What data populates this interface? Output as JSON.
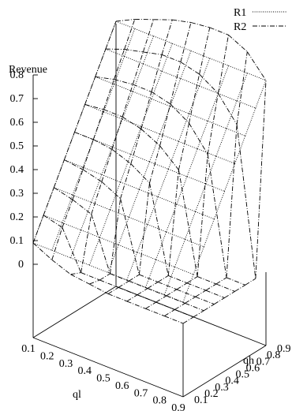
{
  "chart_data": {
    "type": "surface",
    "title": "",
    "zlabel": "Revenue",
    "xlabel": "ql",
    "ylabel": "qh",
    "x_ticks": [
      "0.1",
      "0.2",
      "0.3",
      "0.4",
      "0.5",
      "0.6",
      "0.7",
      "0.8",
      "0.9"
    ],
    "y_ticks": [
      "0.1",
      "0.2",
      "0.3",
      "0.4",
      "0.5",
      "0.6",
      "0.7",
      "0.8",
      "0.9"
    ],
    "z_ticks": [
      "0",
      "0.1",
      "0.2",
      "0.3",
      "0.4",
      "0.5",
      "0.6",
      "0.7",
      "0.8"
    ],
    "xlim": [
      0.1,
      0.9
    ],
    "ylim": [
      0.1,
      0.9
    ],
    "zlim": [
      0,
      0.8
    ],
    "legend_position": "top-right",
    "grid": false,
    "series": [
      {
        "name": "R1",
        "line_style": "dotted",
        "x": [
          0.1,
          0.2,
          0.3,
          0.4,
          0.5,
          0.6,
          0.7,
          0.8,
          0.9
        ],
        "y": [
          0.1,
          0.2,
          0.3,
          0.4,
          0.5,
          0.6,
          0.7,
          0.8,
          0.9
        ],
        "z_by_qh": [
          [
            0.09,
            0.09,
            0.09,
            0.09,
            0.09,
            0.09,
            0.09,
            0.09,
            0.09
          ],
          [
            0.18,
            0.18,
            0.18,
            0.18,
            0.18,
            0.18,
            0.18,
            0.18,
            0.18
          ],
          [
            0.27,
            0.27,
            0.27,
            0.27,
            0.27,
            0.27,
            0.27,
            0.27,
            0.27
          ],
          [
            0.36,
            0.36,
            0.36,
            0.36,
            0.36,
            0.36,
            0.36,
            0.36,
            0.36
          ],
          [
            0.45,
            0.45,
            0.45,
            0.45,
            0.45,
            0.45,
            0.45,
            0.45,
            0.45
          ],
          [
            0.54,
            0.54,
            0.54,
            0.54,
            0.54,
            0.54,
            0.54,
            0.54,
            0.54
          ],
          [
            0.63,
            0.63,
            0.63,
            0.63,
            0.63,
            0.63,
            0.63,
            0.63,
            0.63
          ],
          [
            0.72,
            0.72,
            0.72,
            0.72,
            0.72,
            0.72,
            0.72,
            0.72,
            0.72
          ],
          [
            0.81,
            0.81,
            0.81,
            0.81,
            0.81,
            0.81,
            0.81,
            0.81,
            0.81
          ]
        ]
      },
      {
        "name": "R2",
        "line_style": "dash-dot",
        "x": [
          0.1,
          0.2,
          0.3,
          0.4,
          0.5,
          0.6,
          0.7,
          0.8,
          0.9
        ],
        "y": [
          0.1,
          0.2,
          0.3,
          0.4,
          0.5,
          0.6,
          0.7,
          0.8,
          0.9
        ],
        "z_by_qh": [
          [
            0.09,
            0.05,
            0.02,
            0.01,
            0.0,
            0.0,
            0.0,
            0.0,
            0.0
          ],
          [
            0.18,
            0.16,
            0.0,
            0.0,
            0.0,
            0.0,
            0.0,
            0.0,
            0.0
          ],
          [
            0.27,
            0.25,
            0.22,
            0.0,
            0.0,
            0.0,
            0.0,
            0.0,
            0.0
          ],
          [
            0.36,
            0.35,
            0.33,
            0.29,
            0.0,
            0.0,
            0.0,
            0.0,
            0.0
          ],
          [
            0.45,
            0.45,
            0.44,
            0.41,
            0.36,
            0.0,
            0.0,
            0.0,
            0.0
          ],
          [
            0.54,
            0.55,
            0.55,
            0.53,
            0.49,
            0.42,
            0.0,
            0.0,
            0.0
          ],
          [
            0.63,
            0.65,
            0.66,
            0.66,
            0.64,
            0.59,
            0.49,
            0.0,
            0.0
          ],
          [
            0.72,
            0.75,
            0.77,
            0.79,
            0.79,
            0.77,
            0.72,
            0.62,
            0.0
          ],
          [
            0.81,
            0.85,
            0.88,
            0.91,
            0.93,
            0.94,
            0.94,
            0.9,
            0.81
          ]
        ]
      }
    ]
  }
}
